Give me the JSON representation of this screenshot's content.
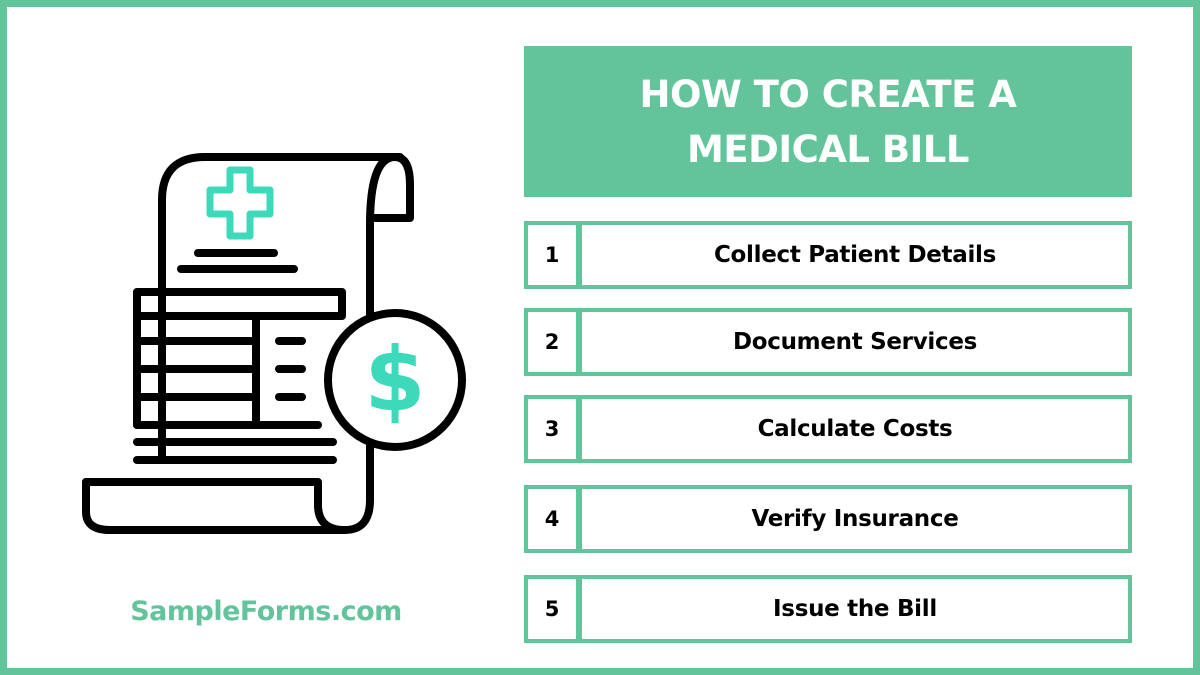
{
  "header": {
    "title": "HOW TO CREATE A\nMEDICAL BILL"
  },
  "steps": [
    {
      "number": "1",
      "label": "Collect Patient Details"
    },
    {
      "number": "2",
      "label": "Document Services"
    },
    {
      "number": "3",
      "label": "Calculate Costs"
    },
    {
      "number": "4",
      "label": "Verify Insurance"
    },
    {
      "number": "5",
      "label": "Issue the Bill"
    }
  ],
  "brand": {
    "text": "SampleForms.com"
  },
  "illustration": {
    "icons": [
      "medical-bill-scroll-icon",
      "medical-cross-icon",
      "dollar-coin-icon"
    ]
  },
  "colors": {
    "accent_green": "#63c49c",
    "icon_teal": "#3dd9bb",
    "text_dark": "#000000",
    "background": "#ffffff"
  }
}
